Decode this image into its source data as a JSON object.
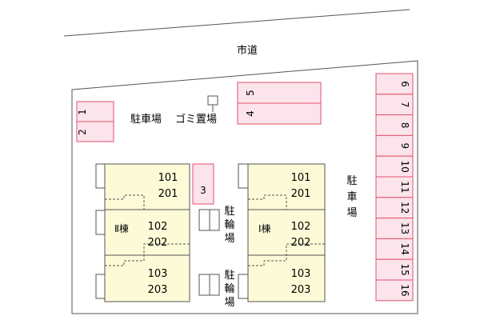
{
  "road": {
    "label": "市道"
  },
  "parking_main_label": "駐車場",
  "parking_east_label": "駐車場",
  "garbage_label": "ゴミ置場",
  "bicycle_label": "駐輪場",
  "parking_slots": {
    "left": [
      "1",
      "2"
    ],
    "top": [
      "5",
      "4"
    ],
    "middle": [
      "3"
    ],
    "right": [
      "6",
      "7",
      "8",
      "9",
      "10",
      "11",
      "12",
      "13",
      "14",
      "15",
      "16"
    ]
  },
  "buildings": [
    {
      "name": "Ⅱ棟",
      "units": [
        [
          "101",
          "201"
        ],
        [
          "102",
          "202"
        ],
        [
          "103",
          "203"
        ]
      ]
    },
    {
      "name": "Ⅰ棟",
      "units": [
        [
          "101",
          "201"
        ],
        [
          "102",
          "202"
        ],
        [
          "103",
          "203"
        ]
      ]
    }
  ],
  "colors": {
    "slot_fill": "#fce4ec",
    "slot_stroke": "#e0526e",
    "building_fill": "#fdfbd7",
    "lot_stroke": "#555555"
  }
}
